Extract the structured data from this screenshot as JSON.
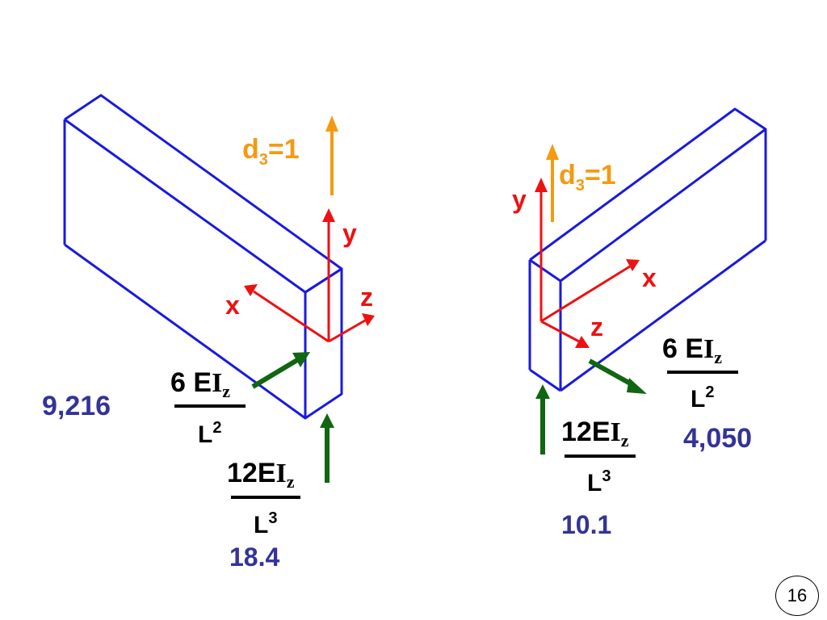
{
  "colors": {
    "beam": "#1a1adf",
    "axis": "#ee1111",
    "displacement": "#f49a12",
    "force": "#116611",
    "value": "#333399",
    "text": "#000000"
  },
  "left": {
    "displacement": {
      "base": "d",
      "sub": "3",
      "rest": "=1"
    },
    "axes": {
      "x": "x",
      "y": "y",
      "z": "z"
    },
    "moment": {
      "coef": "6",
      "E": "E",
      "I": "I",
      "sub": "z",
      "den_base": "L",
      "den_exp": "2"
    },
    "shear": {
      "coef": "12",
      "E": "E",
      "I": "I",
      "sub": "z",
      "den_base": "L",
      "den_exp": "3"
    },
    "moment_value": "9,216",
    "shear_value": "18.4"
  },
  "right": {
    "displacement": {
      "base": "d",
      "sub": "3",
      "rest": "=1"
    },
    "axes": {
      "x": "x",
      "y": "y",
      "z": "z"
    },
    "moment": {
      "coef": "6",
      "E": "E",
      "I": "I",
      "sub": "z",
      "den_base": "L",
      "den_exp": "2"
    },
    "shear": {
      "coef": "12",
      "E": "E",
      "I": "I",
      "sub": "z",
      "den_base": "L",
      "den_exp": "3"
    },
    "moment_value": "4,050",
    "shear_value": "10.1"
  },
  "page_number": "16"
}
